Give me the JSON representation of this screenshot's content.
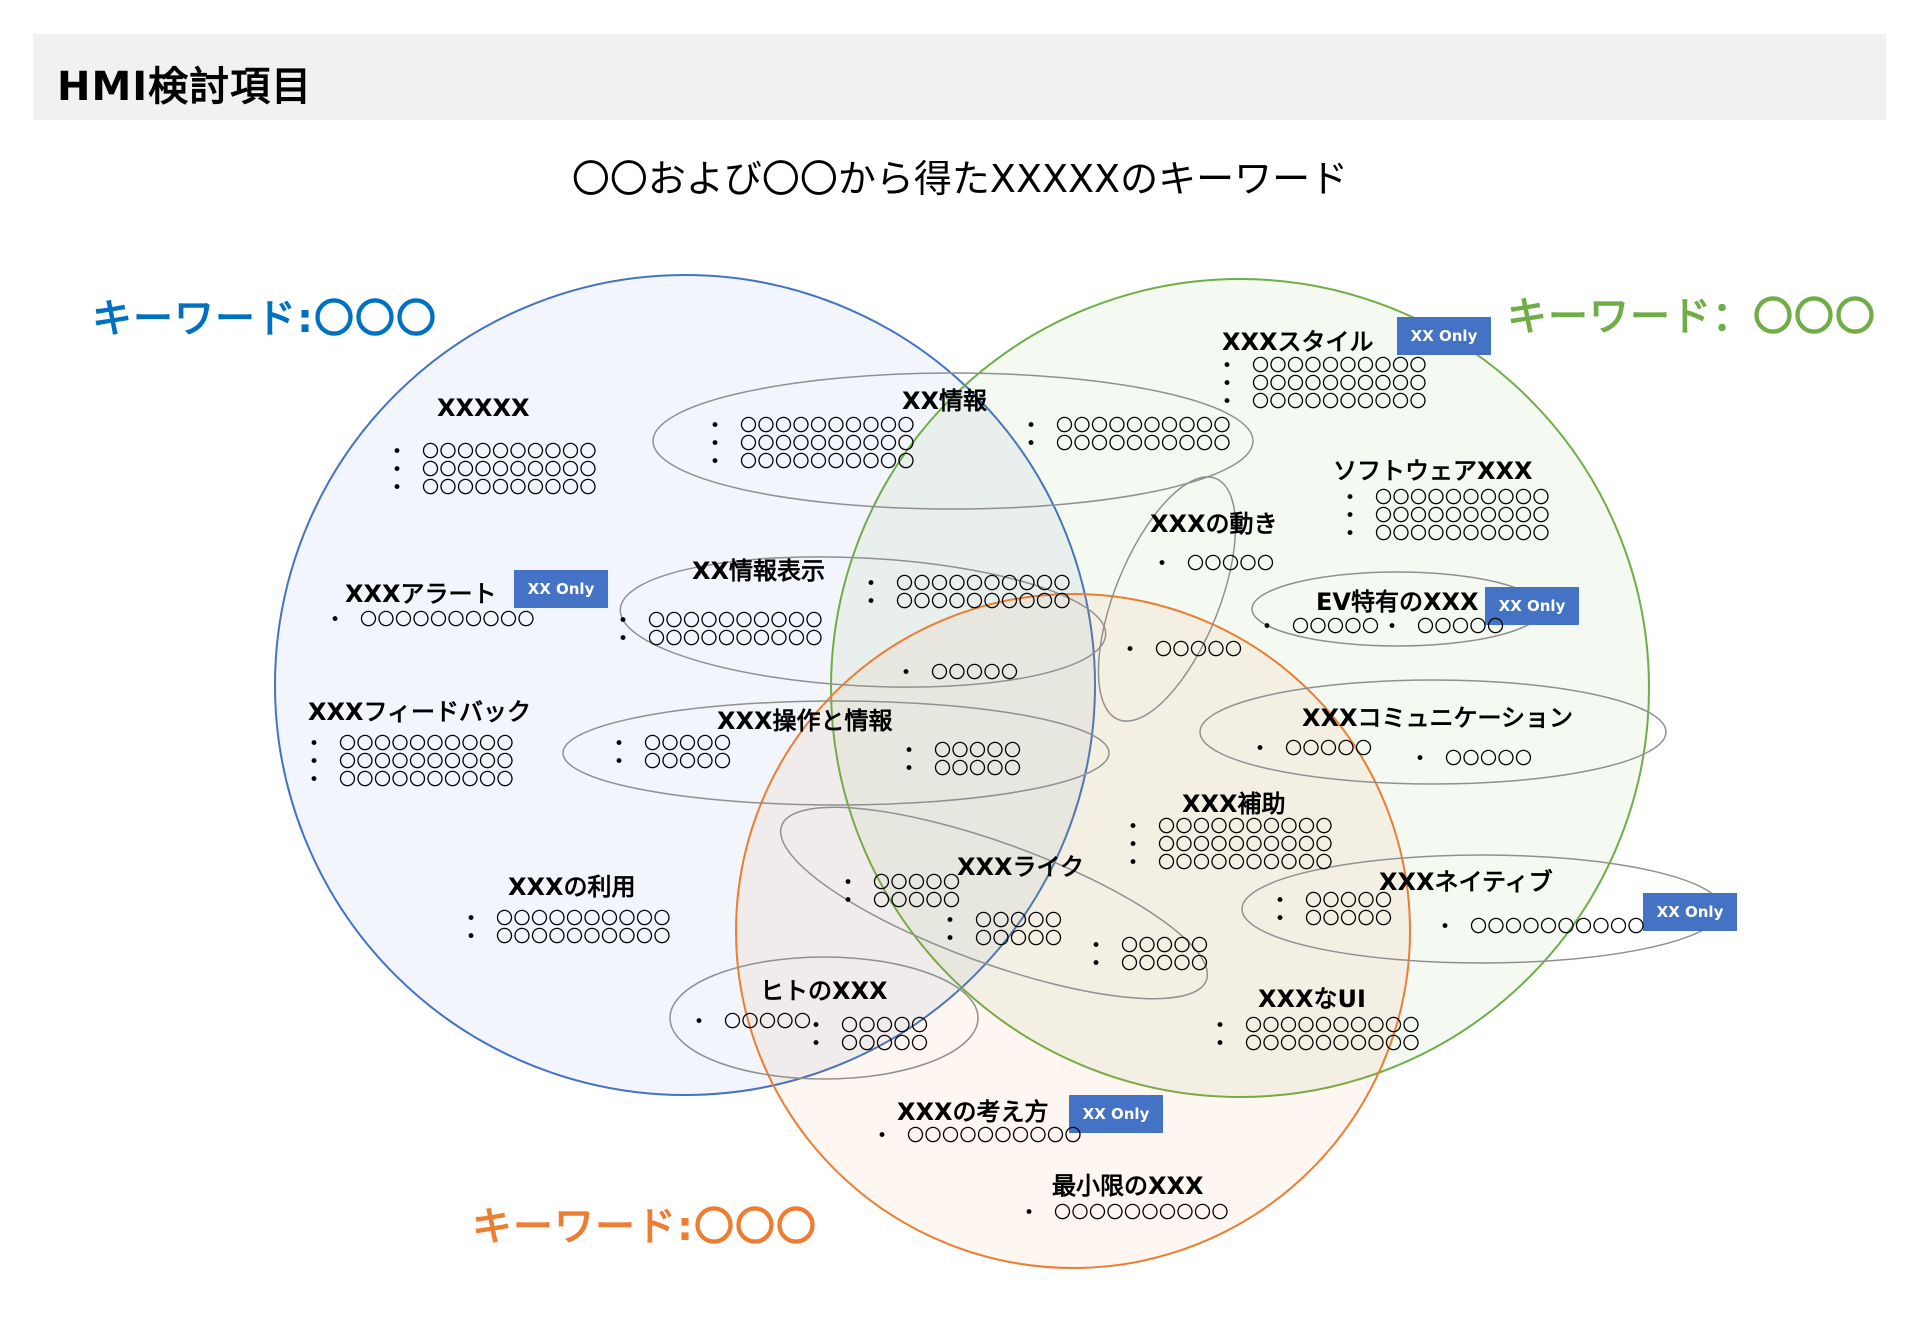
{
  "header": {
    "title": "HMI検討項目"
  },
  "subtitle": "〇〇および〇〇から得たXXXXXのキーワード",
  "keywords": {
    "blue": "キーワード:〇〇〇",
    "green": "キーワード：〇〇〇",
    "orange": "キーワード:〇〇〇"
  },
  "colors": {
    "blue": "#4472c4",
    "blue_label": "#0070c0",
    "green": "#70ad47",
    "orange": "#ed7d31",
    "badge": "#4472c4",
    "ellipse_stroke": "#909090"
  },
  "badge_label": "XX Only",
  "groups": {
    "xxxxx": {
      "title": "XXXXX",
      "items": [
        "〇〇〇〇〇〇〇〇〇〇",
        "〇〇〇〇〇〇〇〇〇〇",
        "〇〇〇〇〇〇〇〇〇〇"
      ]
    },
    "xx_info": {
      "title": "XX情報",
      "left": [
        "〇〇〇〇〇〇〇〇〇〇",
        "〇〇〇〇〇〇〇〇〇〇",
        "〇〇〇〇〇〇〇〇〇〇"
      ],
      "right": [
        "〇〇〇〇〇〇〇〇〇〇",
        "〇〇〇〇〇〇〇〇〇〇"
      ]
    },
    "xxx_style": {
      "title": "XXXスタイル",
      "items": [
        "〇〇〇〇〇〇〇〇〇〇",
        "〇〇〇〇〇〇〇〇〇〇",
        "〇〇〇〇〇〇〇〇〇〇"
      ]
    },
    "software": {
      "title": "ソフトウェアXXX",
      "items": [
        "〇〇〇〇〇〇〇〇〇〇",
        "〇〇〇〇〇〇〇〇〇〇",
        "〇〇〇〇〇〇〇〇〇〇"
      ]
    },
    "alert": {
      "title": "XXXアラート",
      "items": [
        "〇〇〇〇〇〇〇〇〇〇"
      ]
    },
    "info_display": {
      "title": "XX情報表示",
      "left": [
        "〇〇〇〇〇〇〇〇〇〇",
        "〇〇〇〇〇〇〇〇〇〇"
      ],
      "upper_right": [
        "〇〇〇〇〇〇〇〇〇〇",
        "〇〇〇〇〇〇〇〇〇〇"
      ],
      "lower": [
        "〇〇〇〇〇"
      ]
    },
    "movement": {
      "title": "XXXの動き",
      "top": [
        "〇〇〇〇〇"
      ],
      "bottom": [
        "〇〇〇〇〇"
      ]
    },
    "ev": {
      "title": "EV特有のXXX",
      "left": [
        "〇〇〇〇〇"
      ],
      "right": [
        "〇〇〇〇〇"
      ]
    },
    "feedback": {
      "title": "XXXフィードバック",
      "items": [
        "〇〇〇〇〇〇〇〇〇〇",
        "〇〇〇〇〇〇〇〇〇〇",
        "〇〇〇〇〇〇〇〇〇〇"
      ]
    },
    "operation_info": {
      "title": "XXX操作と情報",
      "left": [
        "〇〇〇〇〇",
        "〇〇〇〇〇"
      ],
      "right": [
        "〇〇〇〇〇",
        "〇〇〇〇〇"
      ]
    },
    "communication": {
      "title": "XXXコミュニケーション",
      "left": [
        "〇〇〇〇〇"
      ],
      "right": [
        "〇〇〇〇〇"
      ]
    },
    "assist": {
      "title": "XXX補助",
      "items": [
        "〇〇〇〇〇〇〇〇〇〇",
        "〇〇〇〇〇〇〇〇〇〇",
        "〇〇〇〇〇〇〇〇〇〇"
      ]
    },
    "usage": {
      "title": "XXXの利用",
      "items": [
        "〇〇〇〇〇〇〇〇〇〇",
        "〇〇〇〇〇〇〇〇〇〇"
      ]
    },
    "like": {
      "title": "XXXライク",
      "a": [
        "〇〇〇〇〇",
        "〇〇〇〇〇"
      ],
      "b": [
        "〇〇〇〇〇",
        "〇〇〇〇〇"
      ],
      "c": [
        "〇〇〇〇〇",
        "〇〇〇〇〇"
      ]
    },
    "native": {
      "title": "XXXネイティブ",
      "left": [
        "〇〇〇〇〇",
        "〇〇〇〇〇"
      ],
      "right": [
        "〇〇〇〇〇〇〇〇〇〇"
      ]
    },
    "human": {
      "title": "ヒトのXXX",
      "left": [
        "〇〇〇〇〇"
      ],
      "right": [
        "〇〇〇〇〇",
        "〇〇〇〇〇"
      ]
    },
    "ui": {
      "title": "XXXなUI",
      "items": [
        "〇〇〇〇〇〇〇〇〇〇",
        "〇〇〇〇〇〇〇〇〇〇"
      ]
    },
    "thinking": {
      "title": "XXXの考え方",
      "items": [
        "〇〇〇〇〇〇〇〇〇〇"
      ]
    },
    "minimal": {
      "title": "最小限のXXX",
      "items": [
        "〇〇〇〇〇〇〇〇〇〇"
      ]
    }
  }
}
